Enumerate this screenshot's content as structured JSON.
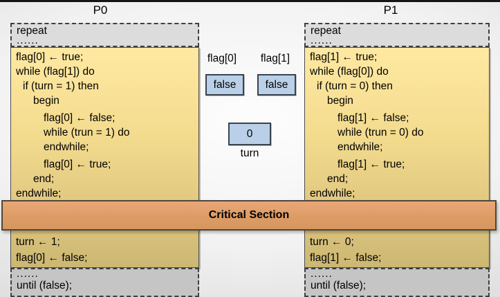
{
  "processes": [
    {
      "title": "P0",
      "repeat_label": "repeat",
      "dots": "......",
      "code": [
        "flag[0] ← true;",
        "while (flag[1]) do",
        "if (turn = 1) then",
        "begin",
        "flag[0] ← false;",
        "while (trun = 1) do",
        "endwhile;",
        "flag[0] ← true;",
        "end;",
        "endwhile;"
      ],
      "exit": [
        "turn ← 1;",
        "flag[0] ← false;"
      ],
      "until_label": "until (false);"
    },
    {
      "title": "P1",
      "repeat_label": "repeat",
      "dots": "......",
      "code": [
        "flag[1] ← true;",
        "while (flag[0]) do",
        "if (turn = 0) then",
        "begin",
        "flag[1] ← false;",
        "while (trun = 0) do",
        "endwhile;",
        "flag[1] ← true;",
        "end;",
        "endwhile;"
      ],
      "exit": [
        "turn ← 0;",
        "flag[1] ← false;"
      ],
      "until_label": "until (false);"
    }
  ],
  "shared_variables": {
    "flag0": {
      "label": "flag[0]",
      "value": "false"
    },
    "flag1": {
      "label": "flag[1]",
      "value": "false"
    },
    "turn": {
      "label": "turn",
      "value": "0"
    }
  },
  "critical_section_label": "Critical Section",
  "colors": {
    "code_box_top": "#ffe9a2",
    "code_box_bottom": "#ccb873",
    "critical_bar": "#dd9c66",
    "variable_box_fill": "#bad0e8",
    "variable_box_border": "#39424e",
    "repeat_box_fill": "#dcdcdc",
    "until_box_fill": "#c5c5c5"
  }
}
